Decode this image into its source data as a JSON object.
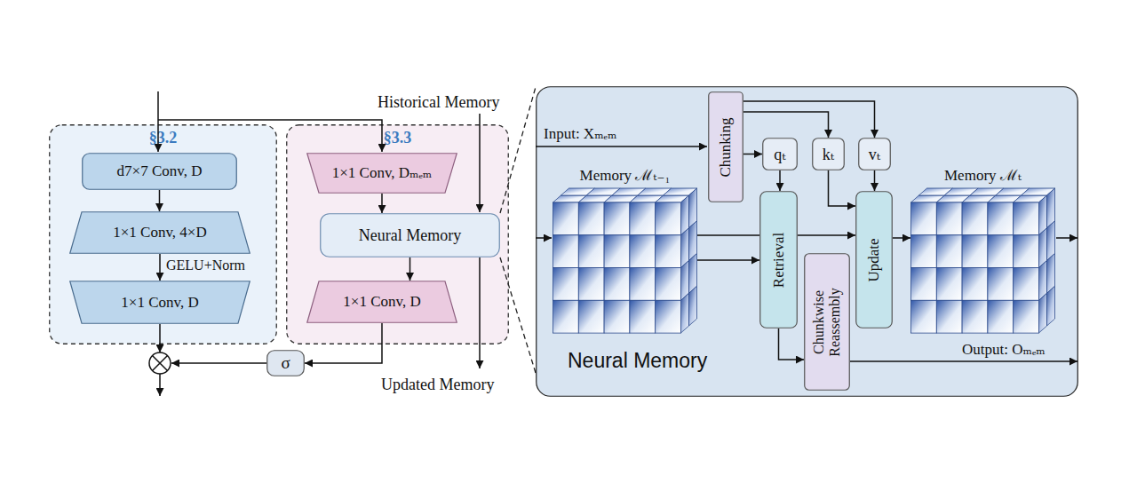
{
  "diagram": {
    "nodes": [
      {
        "text": [
          "§3.2"
        ]
      },
      {
        "text": [
          "d7×7 Conv, D"
        ],
        "in": 0
      },
      {
        "text": [
          "1×1 Conv, 4×D"
        ],
        "in": 0
      },
      {
        "text": [
          "1×1 Conv, D"
        ],
        "in": 0
      },
      {
        "text": [
          "§3.3"
        ]
      },
      {
        "text": [
          "1×1 Conv, Dₘₑₘ"
        ],
        "in": 4
      },
      {
        "text": [
          "Neural Memory"
        ],
        "in": 4
      },
      {
        "text": [
          "1×1 Conv, D"
        ],
        "in": 4
      },
      {
        "text": [
          "σ"
        ]
      },
      {
        "text": [
          "Neural Memory"
        ]
      },
      {
        "text": [
          "Chunking"
        ],
        "in": 9
      },
      {
        "text": [
          "qₜ"
        ],
        "in": 9
      },
      {
        "text": [
          "kₜ"
        ],
        "in": 9
      },
      {
        "text": [
          "vₜ"
        ],
        "in": 9
      },
      {
        "text": [
          "Memory ℳₜ₋₁"
        ],
        "in": 9
      },
      {
        "text": [
          "Retrieval"
        ],
        "in": 9
      },
      {
        "text": [
          "Chunkwise Reassembly"
        ],
        "in": 9
      },
      {
        "text": [
          "Update"
        ],
        "in": 9
      },
      {
        "text": [
          "Memory ℳₜ"
        ],
        "in": 9
      }
    ],
    "edges": [
      {
        "from": 1,
        "to": 2,
        "arrow": "to"
      },
      {
        "from": 2,
        "to": 3,
        "label": "GELU+Norm",
        "arrow": "to"
      },
      {
        "from": 5,
        "to": 6,
        "arrow": "to"
      },
      {
        "from": 6,
        "to": 7,
        "arrow": "to"
      },
      {
        "from": 7,
        "to": 8,
        "arrow": "to"
      },
      {
        "from": 10,
        "to": 11,
        "arrow": "to"
      },
      {
        "from": 10,
        "to": 12,
        "arrow": "to"
      },
      {
        "from": 10,
        "to": 13,
        "arrow": "to"
      },
      {
        "from": 11,
        "to": 15,
        "arrow": "to"
      },
      {
        "from": 12,
        "to": 17,
        "arrow": "to"
      },
      {
        "from": 13,
        "to": 17,
        "arrow": "to"
      },
      {
        "from": 14,
        "to": 15,
        "arrow": "to"
      },
      {
        "from": 14,
        "to": 17,
        "arrow": "to"
      },
      {
        "from": 15,
        "to": 16,
        "arrow": "to"
      },
      {
        "from": 17,
        "to": 18,
        "arrow": "to"
      }
    ],
    "labels": [
      "Historical Memory",
      "Updated Memory",
      "Input: Xₘₑₘ",
      "Output: Oₘₑₘ"
    ]
  }
}
